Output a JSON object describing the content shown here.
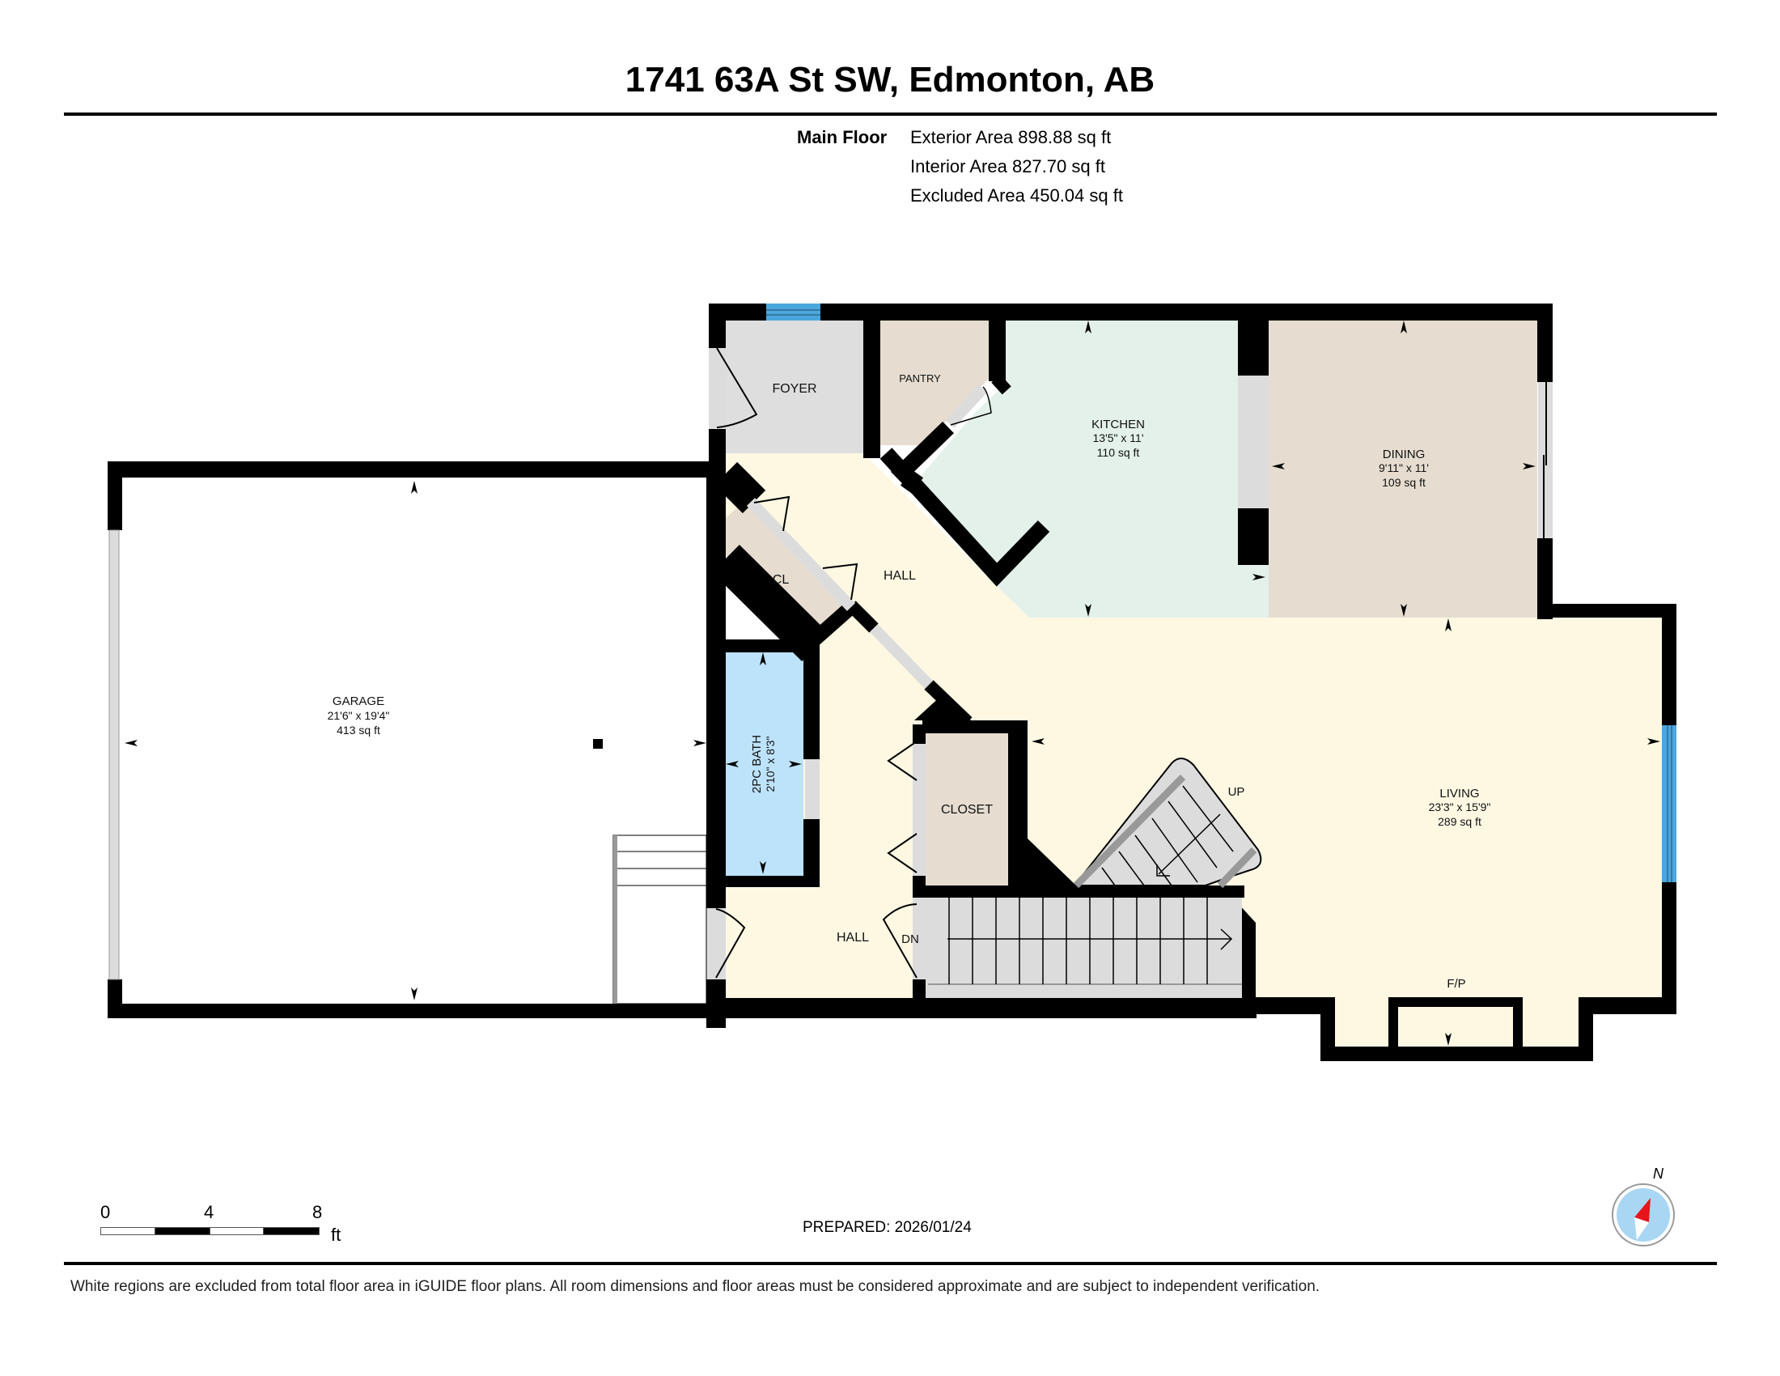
{
  "header": {
    "title": "1741 63A St SW, Edmonton, AB"
  },
  "summary": {
    "floor_label": "Main Floor",
    "exterior_area": "Exterior Area 898.88 sq ft",
    "interior_area": "Interior Area 827.70 sq ft",
    "excluded_area": "Excluded Area 450.04 sq ft"
  },
  "rooms": {
    "foyer": {
      "name": "FOYER"
    },
    "pantry": {
      "name": "PANTRY"
    },
    "kitchen": {
      "name": "KITCHEN",
      "dims": "13'5\" x 11'",
      "area": "110 sq ft"
    },
    "dining": {
      "name": "DINING",
      "dims": "9'11\" x 11'",
      "area": "109 sq ft"
    },
    "garage": {
      "name": "GARAGE",
      "dims": "21'6\" x 19'4\"",
      "area": "413 sq ft"
    },
    "closet_cl": {
      "name": "CL"
    },
    "hall_upper": {
      "name": "HALL"
    },
    "bath": {
      "name": "2PC BATH",
      "dims": "2'10\" x 8'3\""
    },
    "closet": {
      "name": "CLOSET"
    },
    "hall_lower": {
      "name": "HALL"
    },
    "living": {
      "name": "LIVING",
      "dims": "23'3\" x 15'9\"",
      "area": "289 sq ft"
    },
    "stairs_up": {
      "label": "UP"
    },
    "stairs_down": {
      "label": "DN"
    },
    "fireplace": {
      "label": "F/P"
    }
  },
  "colors": {
    "wall": "#000000",
    "foyer": "#dedede",
    "pantry": "#e6ddd0",
    "kitchen": "#e3f1ea",
    "dining": "#e6ddd0",
    "hall": "#fef8e3",
    "bath": "#bde3fb",
    "closet": "#e6ddd0",
    "garage": "#ffffff",
    "window": "#4ba6de",
    "door_opening": "#dcdcdc",
    "compass_red": "#e8141b",
    "compass_blue": "#a8d6f3"
  },
  "scale_bar": {
    "ticks": [
      "0",
      "4",
      "8"
    ],
    "unit": "ft"
  },
  "footer": {
    "prepared": "PREPARED: 2026/01/24",
    "compass_label": "N",
    "disclaimer": "White regions are excluded from total floor area in iGUIDE floor plans. All room dimensions and floor areas must be considered approximate and are subject to independent verification."
  }
}
